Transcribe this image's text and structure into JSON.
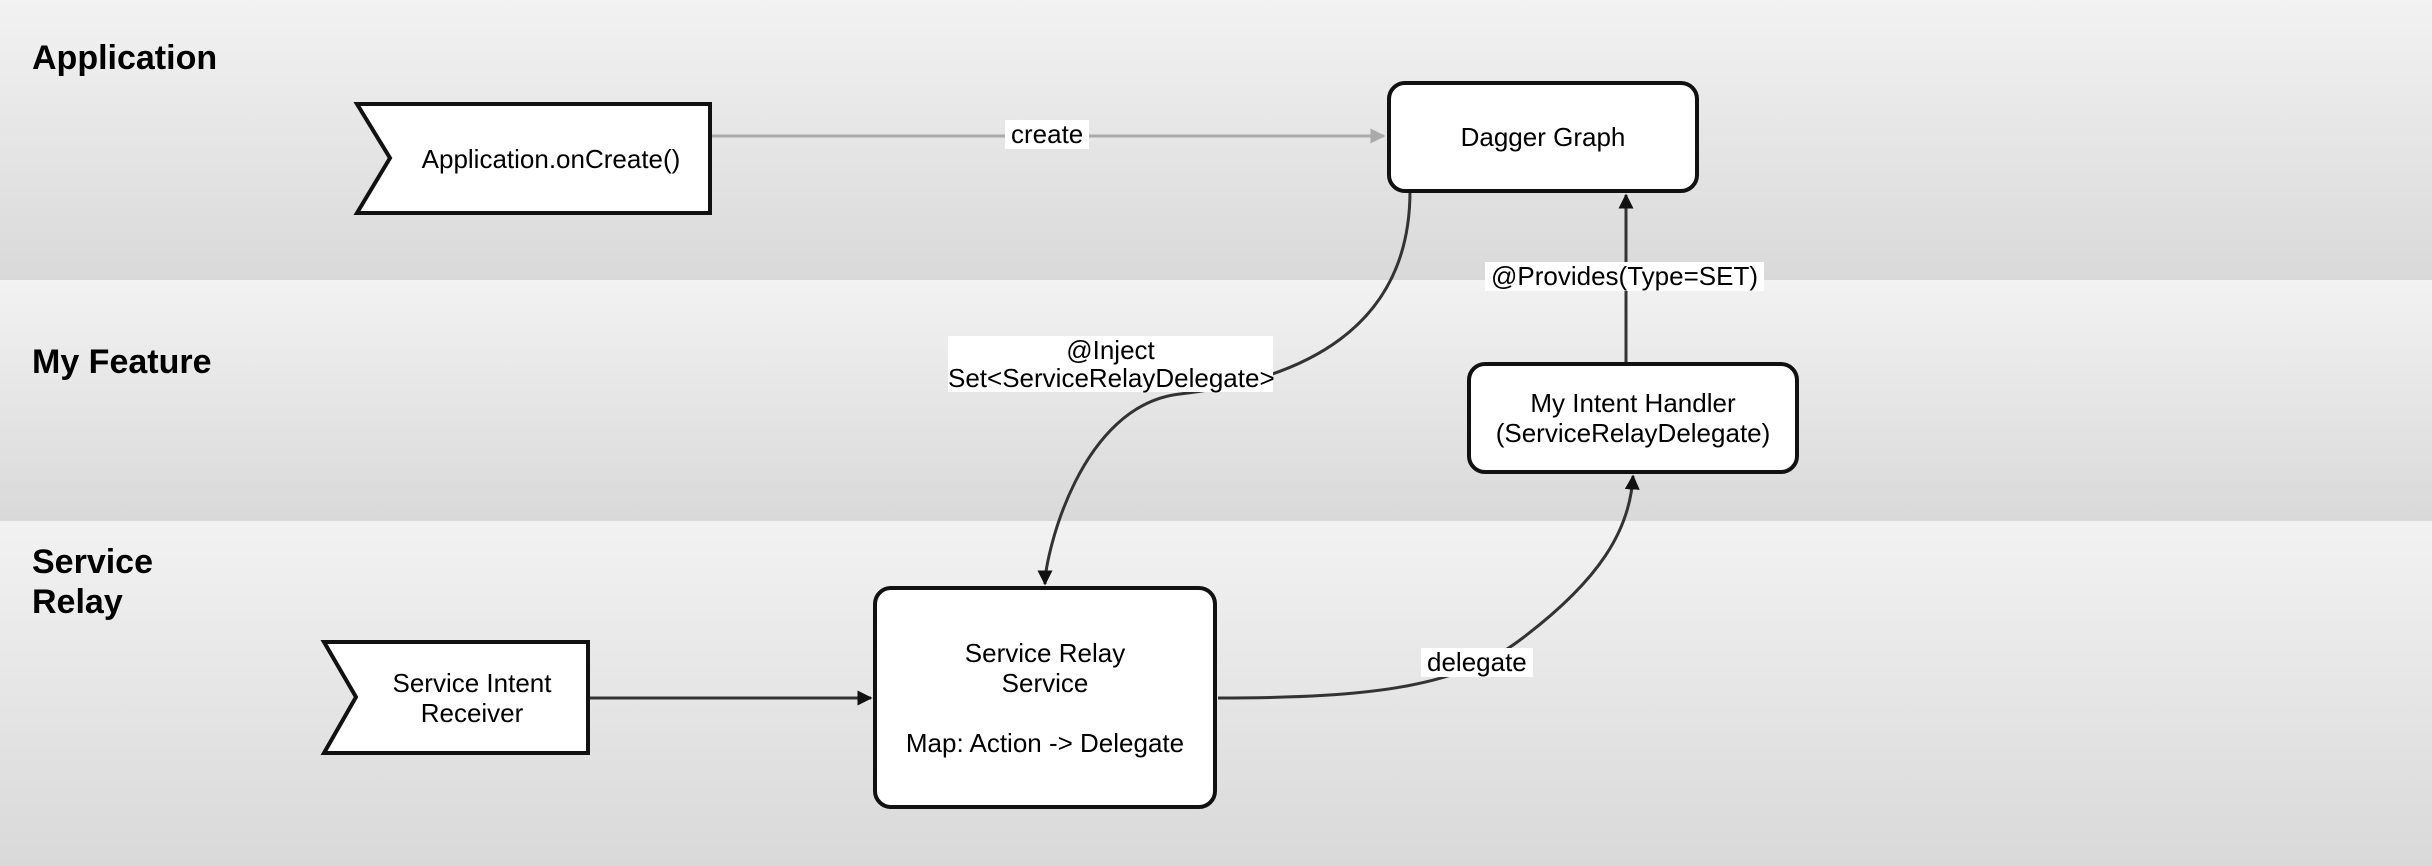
{
  "lanes": {
    "application": "Application",
    "my_feature": "My Feature",
    "service_relay": "Service\nRelay"
  },
  "nodes": {
    "app_on_create": "Application.onCreate()",
    "dagger_graph": "Dagger Graph",
    "intent_handler": {
      "line1": "My Intent Handler",
      "line2": "(ServiceRelayDelegate)"
    },
    "intent_receiver": {
      "line1": "Service Intent",
      "line2": "Receiver"
    },
    "relay_service": {
      "line1": "Service Relay",
      "line2": "Service",
      "line3": "Map: Action -> Delegate"
    }
  },
  "edges": {
    "create": "create",
    "inject_line1": "@Inject",
    "inject_line2": "Set<ServiceRelayDelegate>",
    "provides": "@Provides(Type=SET)",
    "delegate": "delegate"
  }
}
